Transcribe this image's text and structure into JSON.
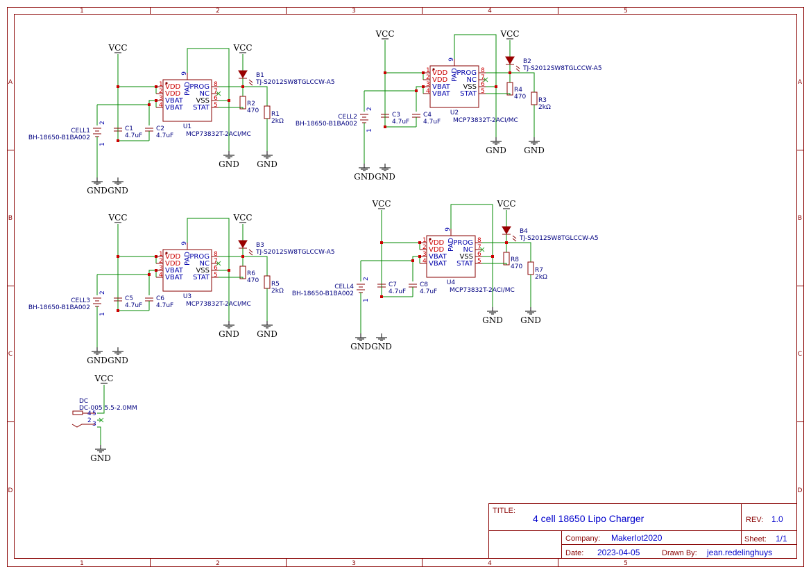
{
  "frame": {
    "columns": [
      "1",
      "2",
      "3",
      "4",
      "5"
    ],
    "rows": [
      "A",
      "B",
      "C",
      "D"
    ]
  },
  "title_block": {
    "title_key": "TITLE:",
    "title": "4 cell 18650 Lipo Charger",
    "rev_key": "REV:",
    "rev": "1.0",
    "company_key": "Company:",
    "company": "MakerIot2020",
    "sheet_key": "Sheet:",
    "sheet": "1/1",
    "date_key": "Date:",
    "date": "2023-04-05",
    "drawn_key": "Drawn By:",
    "drawn_by": "jean.redelinghuys"
  },
  "net_labels": {
    "vcc": "VCC",
    "gnd": "GND"
  },
  "ic": {
    "pins_left": [
      "VDD",
      "VDD",
      "VBAT",
      "VBAT"
    ],
    "pins_right": [
      "PROG",
      "NC",
      "VSS",
      "STAT"
    ],
    "pad": "PAD",
    "nums_left": [
      "1",
      "2",
      "3",
      "4"
    ],
    "nums_right": [
      "8",
      "7",
      "6",
      "5"
    ],
    "pad_num": "9",
    "value": "MCP73832T-2ACI/MC"
  },
  "cell_value": "BH-18650-B1BA002",
  "cell_pins": [
    "2",
    "1"
  ],
  "led_value": "TJ-S2012SW8TGLCCW-A5",
  "cap_value": "4.7uF",
  "res_prog_value": "470",
  "res_stat_value": "2kΩ",
  "channels": [
    {
      "u": "U1",
      "cell": "CELL1",
      "led": "B1",
      "ca": "C1",
      "cb": "C2",
      "rp": "R2",
      "rs": "R1"
    },
    {
      "u": "U2",
      "cell": "CELL2",
      "led": "B2",
      "ca": "C3",
      "cb": "C4",
      "rp": "R4",
      "rs": "R3"
    },
    {
      "u": "U3",
      "cell": "CELL3",
      "led": "B3",
      "ca": "C5",
      "cb": "C6",
      "rp": "R6",
      "rs": "R5"
    },
    {
      "u": "U4",
      "cell": "CELL4",
      "led": "B4",
      "ca": "C7",
      "cb": "C8",
      "rp": "R8",
      "rs": "R7"
    }
  ],
  "dc_jack": {
    "ref": "DC",
    "value": "DC-005 5.5-2.0MM",
    "pins": [
      "4",
      "5",
      "2",
      "3"
    ]
  }
}
